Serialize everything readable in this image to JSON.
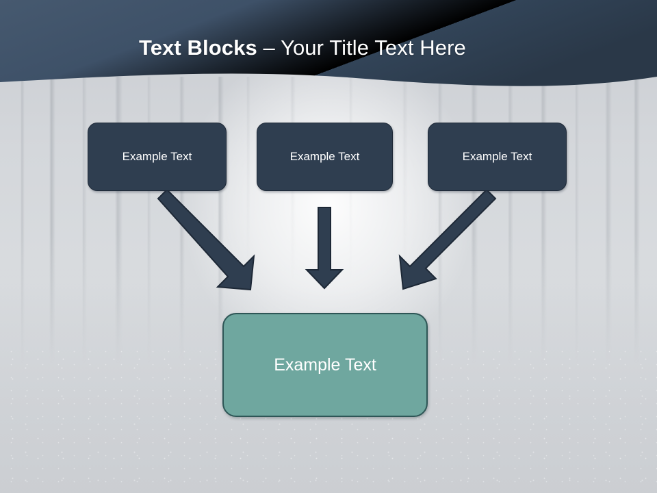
{
  "slide": {
    "title": {
      "bold_part": "Text Blocks ",
      "rest_part": "– Your Title Text Here",
      "full": "Text Blocks – Your Title Text Here"
    },
    "theme": {
      "header_color_left": "#3e5168",
      "header_color_right": "#2b3a4a",
      "node_fill": "#2f3e50",
      "node_border": "#1d2836",
      "result_fill": "#6fa79f",
      "result_border": "#2e5656",
      "arrow_fill": "#2f3e50",
      "text_color": "#ffffff",
      "background_color": "#d9dcdf"
    },
    "nodes": [
      {
        "id": "node-1",
        "label": "Example Text"
      },
      {
        "id": "node-2",
        "label": "Example Text"
      },
      {
        "id": "node-3",
        "label": "Example Text"
      }
    ],
    "result_node": {
      "id": "node-result",
      "label": "Example Text"
    },
    "arrows": [
      {
        "name": "arrow-left-diagonal",
        "direction": "down-right"
      },
      {
        "name": "arrow-middle-vertical",
        "direction": "down"
      },
      {
        "name": "arrow-right-diagonal",
        "direction": "down-left"
      }
    ]
  }
}
